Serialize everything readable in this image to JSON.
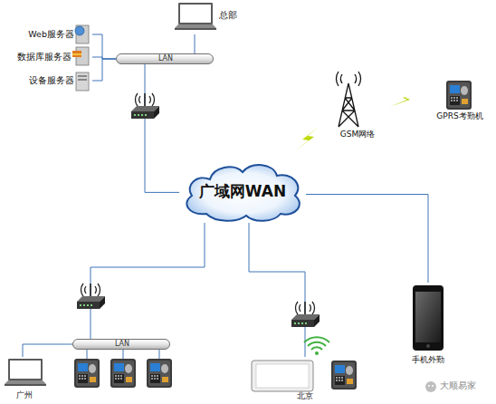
{
  "diagram": {
    "nodes": [
      {
        "text": [
          "总部"
        ]
      },
      {
        "text": [
          "Web服务器"
        ]
      },
      {
        "text": [
          "数据库服务器"
        ]
      },
      {
        "text": [
          "设备服务器"
        ]
      },
      {
        "text": [
          "LAN"
        ]
      },
      {
        "text": [
          "广域网WAN"
        ]
      },
      {
        "text": [
          "GSM网络"
        ]
      },
      {
        "text": [
          "GPRS考勤机"
        ]
      },
      {
        "text": [
          "LAN"
        ]
      },
      {
        "text": [
          "广州"
        ]
      },
      {
        "text": [
          "北京"
        ]
      },
      {
        "text": [
          "手机外勤"
        ]
      }
    ],
    "edges": [
      {
        "from": 0,
        "to": 4,
        "arrow": "none"
      },
      {
        "from": 1,
        "to": 4,
        "arrow": "none"
      },
      {
        "from": 2,
        "to": 4,
        "arrow": "none"
      },
      {
        "from": 3,
        "to": 4,
        "arrow": "none"
      },
      {
        "from": 4,
        "to": 5,
        "arrow": "none"
      },
      {
        "from": 5,
        "to": 8,
        "arrow": "none"
      },
      {
        "from": 5,
        "to": 10,
        "arrow": "none"
      },
      {
        "from": 5,
        "to": 11,
        "arrow": "none"
      },
      {
        "from": 8,
        "to": 9,
        "arrow": "none"
      }
    ],
    "labels": [
      "大顺易家"
    ]
  }
}
